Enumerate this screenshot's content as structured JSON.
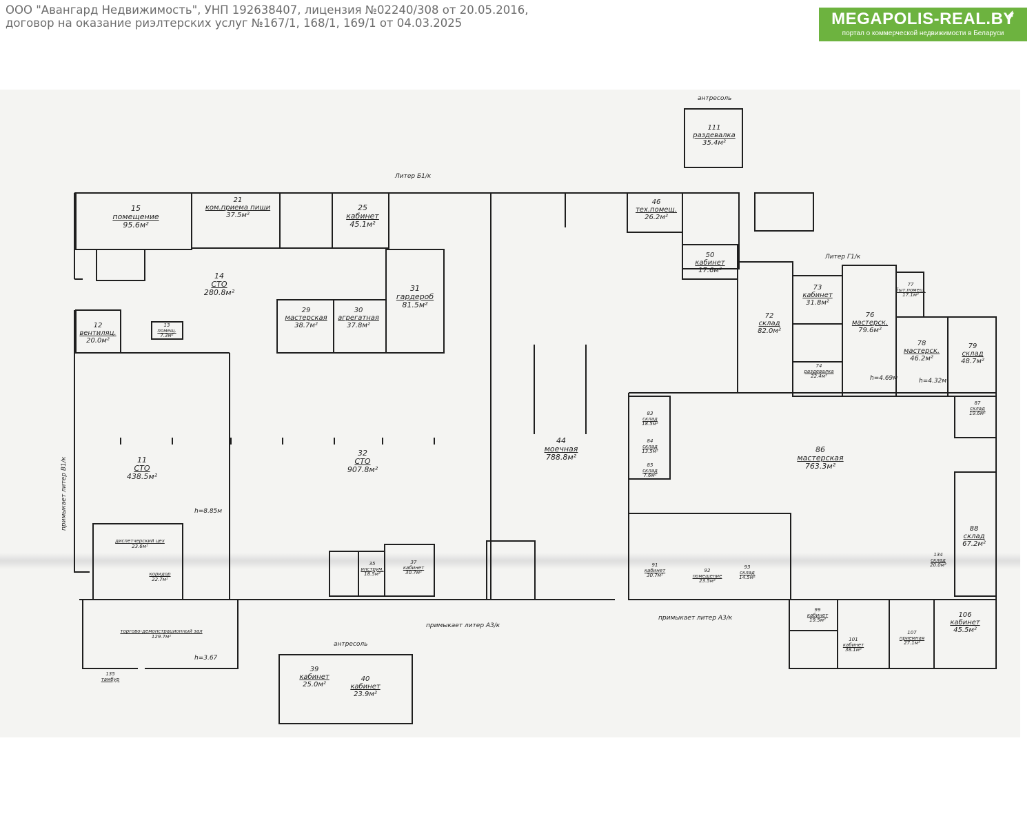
{
  "header": {
    "line1": "ООО \"Авангард Недвижимость\", УНП 192638407, лицензия №02240/308 от 20.05.2016,",
    "line2": "договор на оказание риэлтерских услуг №167/1, 168/1, 169/1 от 04.03.2025"
  },
  "logo": {
    "title": "MEGAPOLIS-REAL.BY",
    "subtitle": "портал о коммерческой недвижимости в Беларуси",
    "icon": "arrow-icon"
  },
  "plan": {
    "notes": {
      "liter_b1": "Литер Б1/к",
      "liter_g1": "Литер Г1/к",
      "antresol_top": "антресоль",
      "antresol_bottom": "антресоль",
      "adj_v1": "примыкает литер В1/к",
      "adj_a3_left": "примыкает литер А3/к",
      "adj_a3_right": "примыкает литер А3/к",
      "height_885": "h=8.85м",
      "height_367": "h=3.67",
      "height_469": "h=4.69м",
      "height_432": "h=4.32м"
    },
    "rooms": [
      {
        "num": "15",
        "name": "помещение",
        "area": "95.6м²"
      },
      {
        "num": "21",
        "name": "ком.приема пищи",
        "area": "37.5м²"
      },
      {
        "num": "25",
        "name": "кабинет",
        "area": "45.1м²"
      },
      {
        "num": "14",
        "name": "СТО",
        "area": "280.8м²"
      },
      {
        "num": "29",
        "name": "мастерская",
        "area": "38.7м²"
      },
      {
        "num": "30",
        "name": "агрегатная",
        "area": "37.8м²"
      },
      {
        "num": "31",
        "name": "гардероб",
        "area": "81.5м²"
      },
      {
        "num": "12",
        "name": "вентиляц.",
        "area": "20.0м²"
      },
      {
        "num": "13",
        "name": "помещ.",
        "area": "7.3м²"
      },
      {
        "num": "11",
        "name": "СТО",
        "area": "438.5м²"
      },
      {
        "num": "32",
        "name": "СТО",
        "area": "907.8м²"
      },
      {
        "num": "44",
        "name": "моечная",
        "area": "788.8м²"
      },
      {
        "num": "111",
        "name": "раздевалка",
        "area": "35.4м²"
      },
      {
        "num": "46",
        "name": "тех.помещ.",
        "area": "26.2м²"
      },
      {
        "num": "50",
        "name": "кабинет",
        "area": "17.6м²"
      },
      {
        "num": "72",
        "name": "склад",
        "area": "82.0м²"
      },
      {
        "num": "73",
        "name": "кабинет",
        "area": "31.8м²"
      },
      {
        "num": "76",
        "name": "мастерск.",
        "area": "79.6м²"
      },
      {
        "num": "77",
        "name": "быт.помещ.",
        "area": "17.1м²"
      },
      {
        "num": "78",
        "name": "мастерск.",
        "area": "46.2м²"
      },
      {
        "num": "79",
        "name": "склад",
        "area": "48.7м²"
      },
      {
        "num": "74",
        "name": "раздевалка",
        "area": "22.4м²"
      },
      {
        "num": "87",
        "name": "склад",
        "area": "19.6м²"
      },
      {
        "num": "86",
        "name": "мастерская",
        "area": "763.3м²"
      },
      {
        "num": "88",
        "name": "склад",
        "area": "67.2м²"
      },
      {
        "num": "134",
        "name": "склад",
        "area": "20.0м²"
      },
      {
        "num": "106",
        "name": "кабинет",
        "area": "45.5м²"
      },
      {
        "num": "107",
        "name": "приемная",
        "area": "27.1м²"
      },
      {
        "num": "101",
        "name": "кабинет",
        "area": "38.1м²"
      },
      {
        "num": "39",
        "name": "кабинет",
        "area": "25.0м²"
      },
      {
        "num": "40",
        "name": "кабинет",
        "area": "23.9м²"
      },
      {
        "num": "37",
        "name": "кабинет",
        "area": "30.7м²"
      },
      {
        "num": "35",
        "name": "инструм.",
        "area": "18.5м²"
      },
      {
        "num": "92",
        "name": "помещение",
        "area": "23.5м²"
      },
      {
        "num": "91",
        "name": "кабинет",
        "area": "30.7м²"
      },
      {
        "num": "83",
        "name": "склад",
        "area": "18.5м²"
      },
      {
        "num": "84",
        "name": "склад",
        "area": "13.5м²"
      },
      {
        "num": "85",
        "name": "склад",
        "area": "7.6м²"
      },
      {
        "num": "99",
        "name": "кабинет",
        "area": "19.5м²"
      },
      {
        "num": "93",
        "name": "склад",
        "area": "14.5м²"
      },
      {
        "num": "135",
        "name": "тамбур",
        "area": ""
      },
      {
        "num": "",
        "name": "торгово-демонстрационный зал",
        "area": "129.7м²"
      },
      {
        "num": "",
        "name": "диспетчерский цех",
        "area": "23.6м²"
      },
      {
        "num": "",
        "name": "коридор",
        "area": "22.7м²"
      }
    ]
  }
}
